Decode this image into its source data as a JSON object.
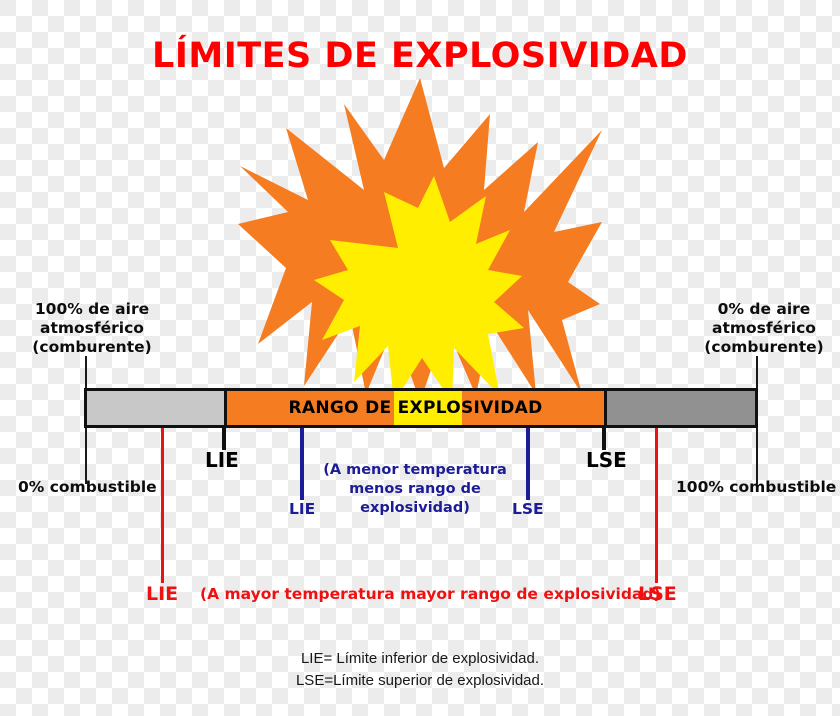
{
  "title": "LÍMITES DE EXPLOSIVIDAD",
  "bar": {
    "range_label": "RANGO DE EXPLOSIVIDAD",
    "colors": {
      "left_segment": "#c8c8c8",
      "range_segment": "#f57c20",
      "right_segment": "#919191",
      "flame_overlay": "#ffee00",
      "border": "#111111"
    }
  },
  "annotations": {
    "top_left": "100% de aire\natmosférico\n(comburente)",
    "top_right": "0% de aire\natmosférico\n(comburente)",
    "bottom_left": "0% combustible",
    "bottom_right": "100% combustible"
  },
  "markers": {
    "black": {
      "lie": "LIE",
      "lse": "LSE",
      "color": "#000000"
    },
    "blue": {
      "lie": "LIE",
      "lse": "LSE",
      "note": "(A menor temperatura\nmenos rango de\nexplosividad)",
      "color": "#1c1c96"
    },
    "red": {
      "lie": "LIE",
      "lse": "LSE",
      "note": "(A mayor temperatura mayor rango de explosividad)",
      "color": "#ee1111"
    }
  },
  "legend": {
    "line1": "LIE= Límite inferior de explosividad.",
    "line2": "LSE=Límite superior de explosividad."
  },
  "graphic": {
    "name": "explosion-burst",
    "outer_color": "#f57c20",
    "inner_color": "#ffee00"
  }
}
